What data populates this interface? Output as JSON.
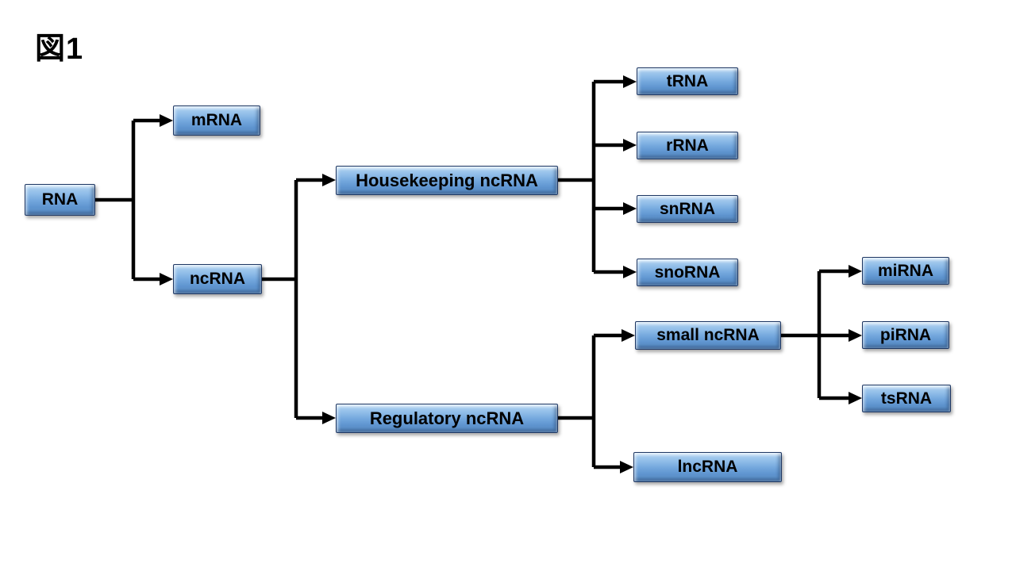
{
  "title": "図1",
  "diagram": {
    "type": "tree",
    "nodes": {
      "rna": "RNA",
      "mrna": "mRNA",
      "ncrna": "ncRNA",
      "housekeeping": "Housekeeping ncRNA",
      "regulatory": "Regulatory ncRNA",
      "trna": "tRNA",
      "rrna": "rRNA",
      "snrna": "snRNA",
      "snorna": "snoRNA",
      "small_ncrna": "small ncRNA",
      "lncrna": "lncRNA",
      "mirna": "miRNA",
      "pirna": "piRNA",
      "tsrna": "tsRNA"
    },
    "edges": [
      [
        "RNA",
        "mRNA"
      ],
      [
        "RNA",
        "ncRNA"
      ],
      [
        "ncRNA",
        "Housekeeping ncRNA"
      ],
      [
        "ncRNA",
        "Regulatory ncRNA"
      ],
      [
        "Housekeeping ncRNA",
        "tRNA"
      ],
      [
        "Housekeeping ncRNA",
        "rRNA"
      ],
      [
        "Housekeeping ncRNA",
        "snRNA"
      ],
      [
        "Housekeeping ncRNA",
        "snoRNA"
      ],
      [
        "Regulatory ncRNA",
        "small ncRNA"
      ],
      [
        "Regulatory ncRNA",
        "lncRNA"
      ],
      [
        "small ncRNA",
        "miRNA"
      ],
      [
        "small ncRNA",
        "piRNA"
      ],
      [
        "small ncRNA",
        "tsRNA"
      ]
    ],
    "colors": {
      "box_fill_light": "#b3d5f2",
      "box_fill_dark": "#5e94cf",
      "box_border": "#1f3864",
      "connector": "#000000",
      "text": "#000000",
      "background": "#ffffff"
    }
  }
}
